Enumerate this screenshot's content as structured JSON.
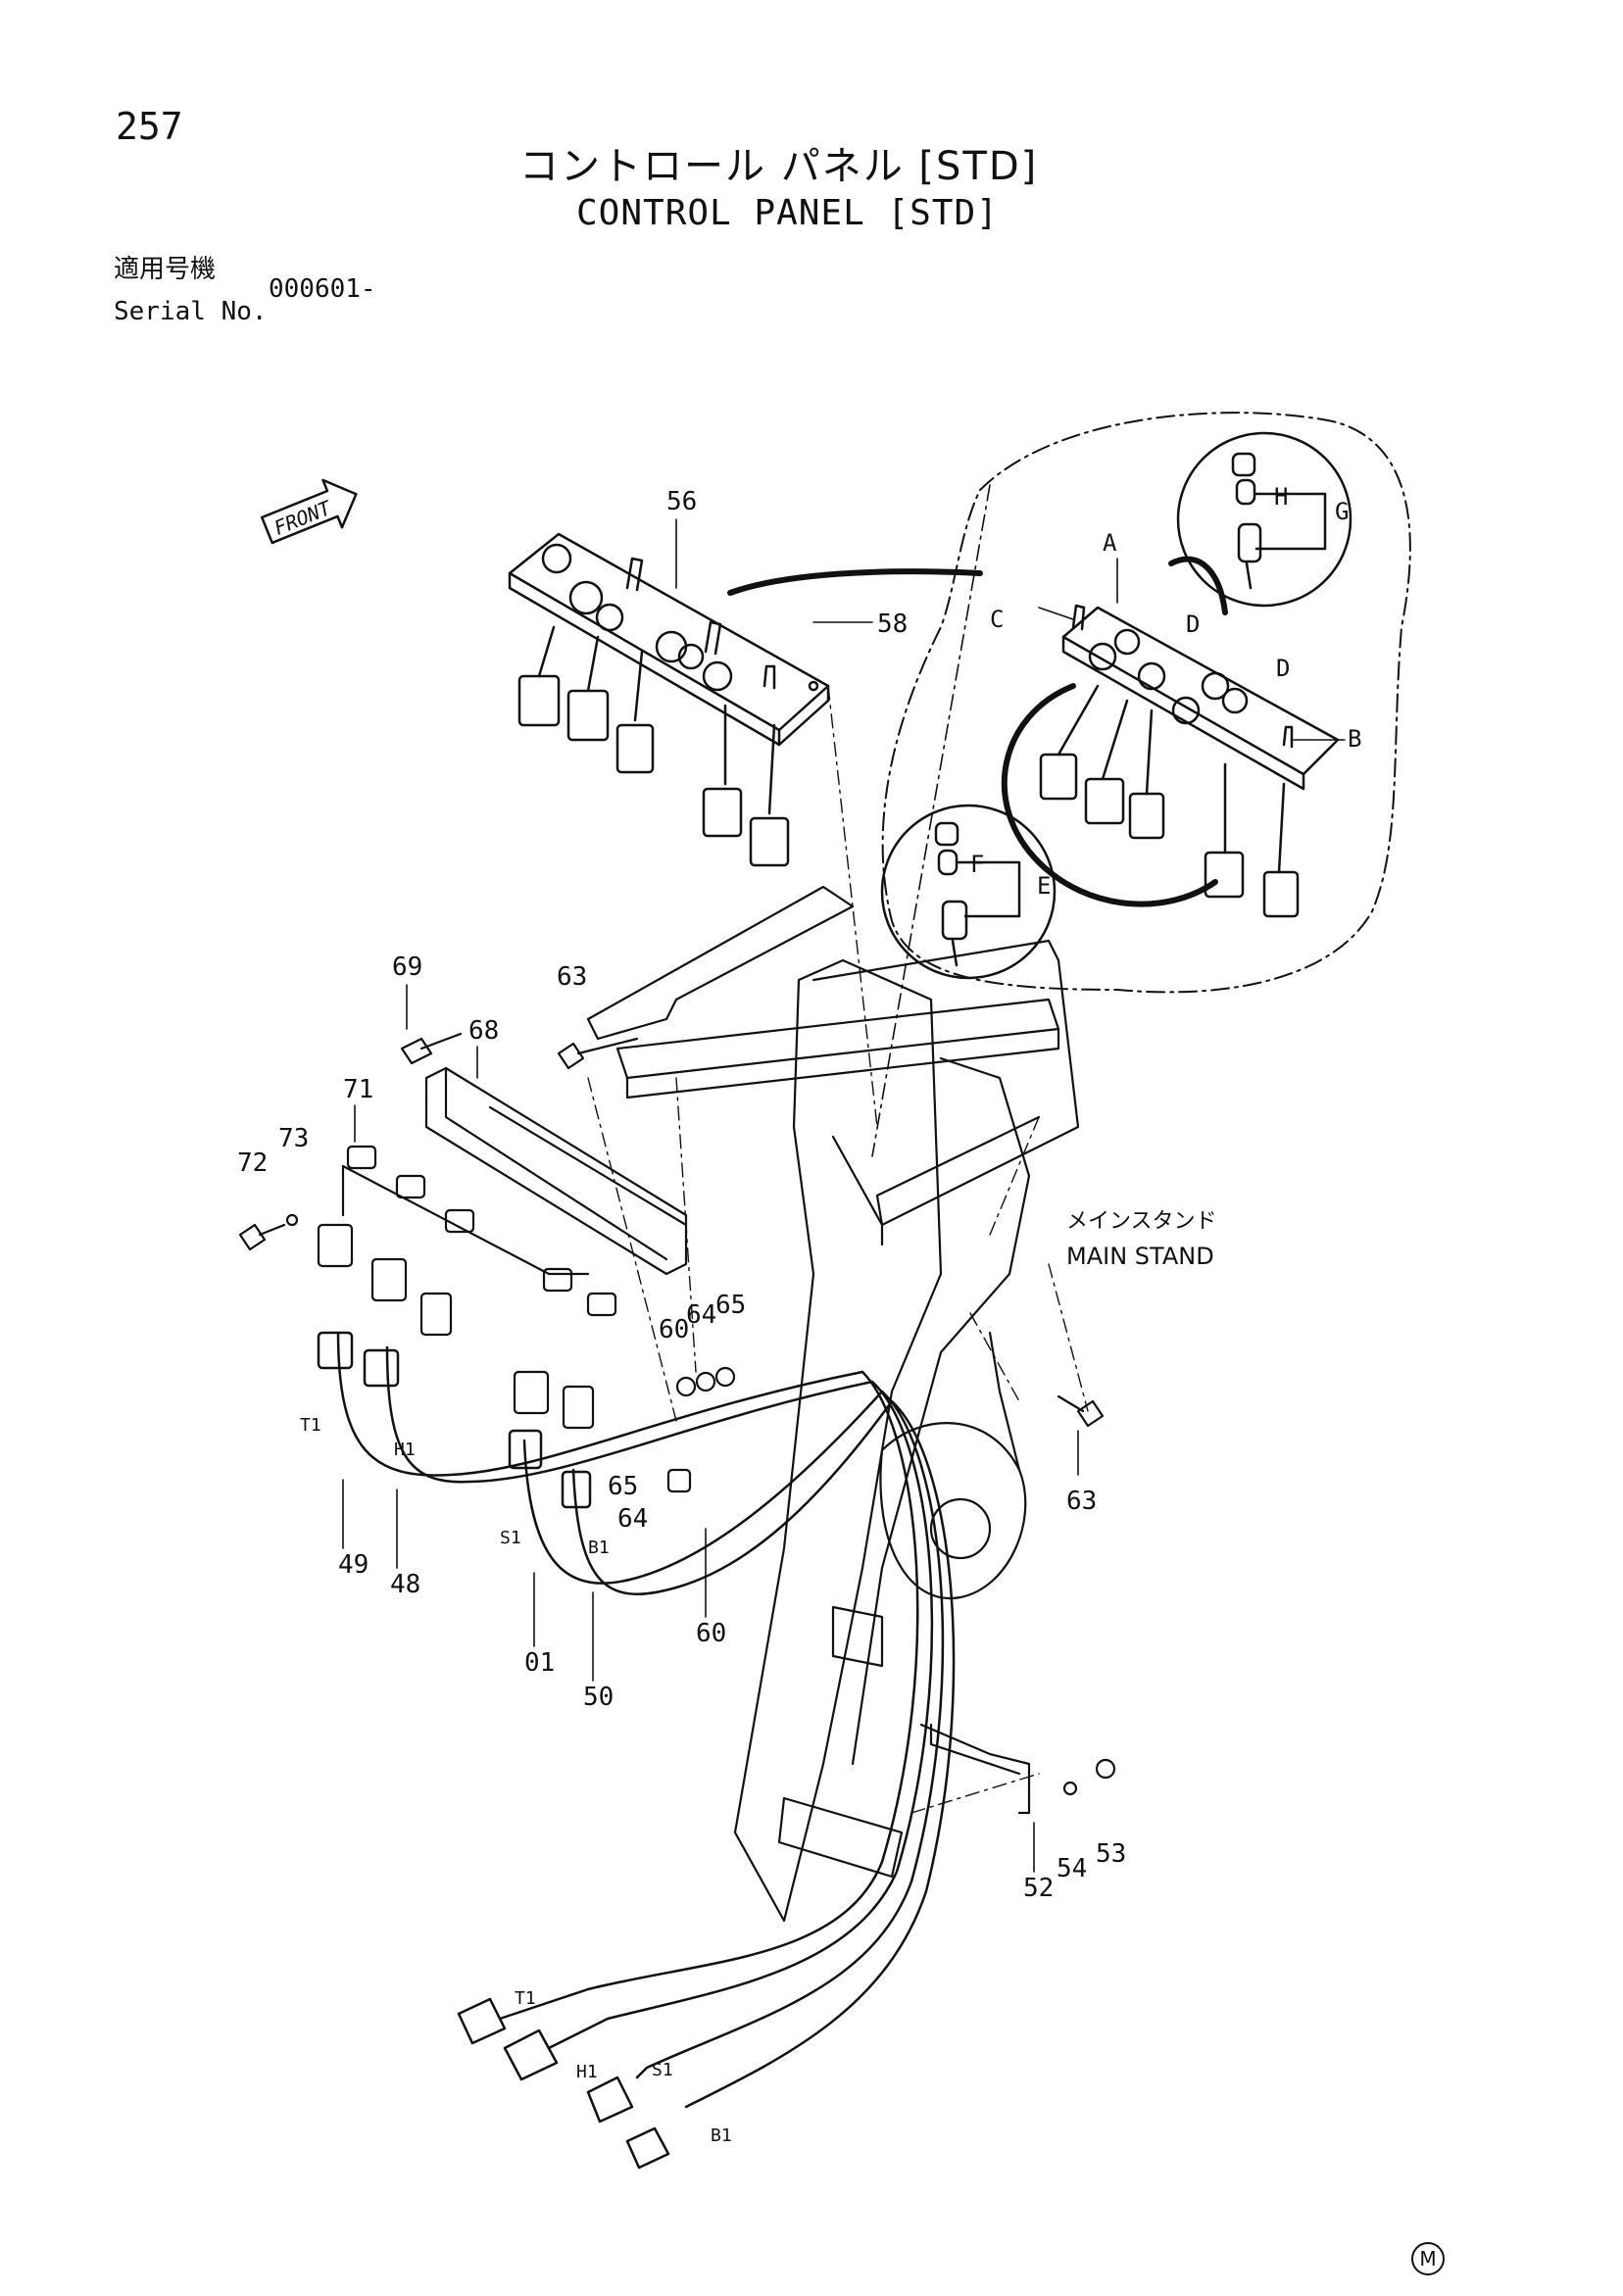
{
  "header": {
    "page_number": "257",
    "title_jp": "コントロール パネル [STD]",
    "title_en": "CONTROL PANEL [STD]",
    "serial_label_jp": "適用号機",
    "serial_label_en": "Serial No.",
    "serial_value": "000601-"
  },
  "drawing": {
    "front_label": "FRONT",
    "main_stand_jp": "メインスタンド",
    "main_stand_en": "MAIN STAND",
    "part_numbers": {
      "p56": "56",
      "p58": "58",
      "p69": "69",
      "p63a": "63",
      "p68": "68",
      "p71": "71",
      "p72": "72",
      "p73": "73",
      "p60a": "60",
      "p64a": "64",
      "p65a": "65",
      "p63b": "63",
      "p65b": "65",
      "p64b": "64",
      "p49": "49",
      "p48": "48",
      "p01": "01",
      "p50": "50",
      "p60b": "60",
      "p52": "52",
      "p54": "54",
      "p53": "53"
    },
    "wire_labels": {
      "t1a": "T1",
      "h1a": "H1",
      "s1a": "S1",
      "b1a": "B1",
      "t1b": "T1",
      "h1b": "H1",
      "s1b": "S1",
      "b1b": "B1"
    },
    "detail_labels": {
      "a": "A",
      "b": "B",
      "c": "C",
      "d1": "D",
      "d2": "D",
      "e": "E",
      "f": "F",
      "g": "G",
      "h": "H"
    }
  },
  "footer": {
    "mark": "M"
  }
}
